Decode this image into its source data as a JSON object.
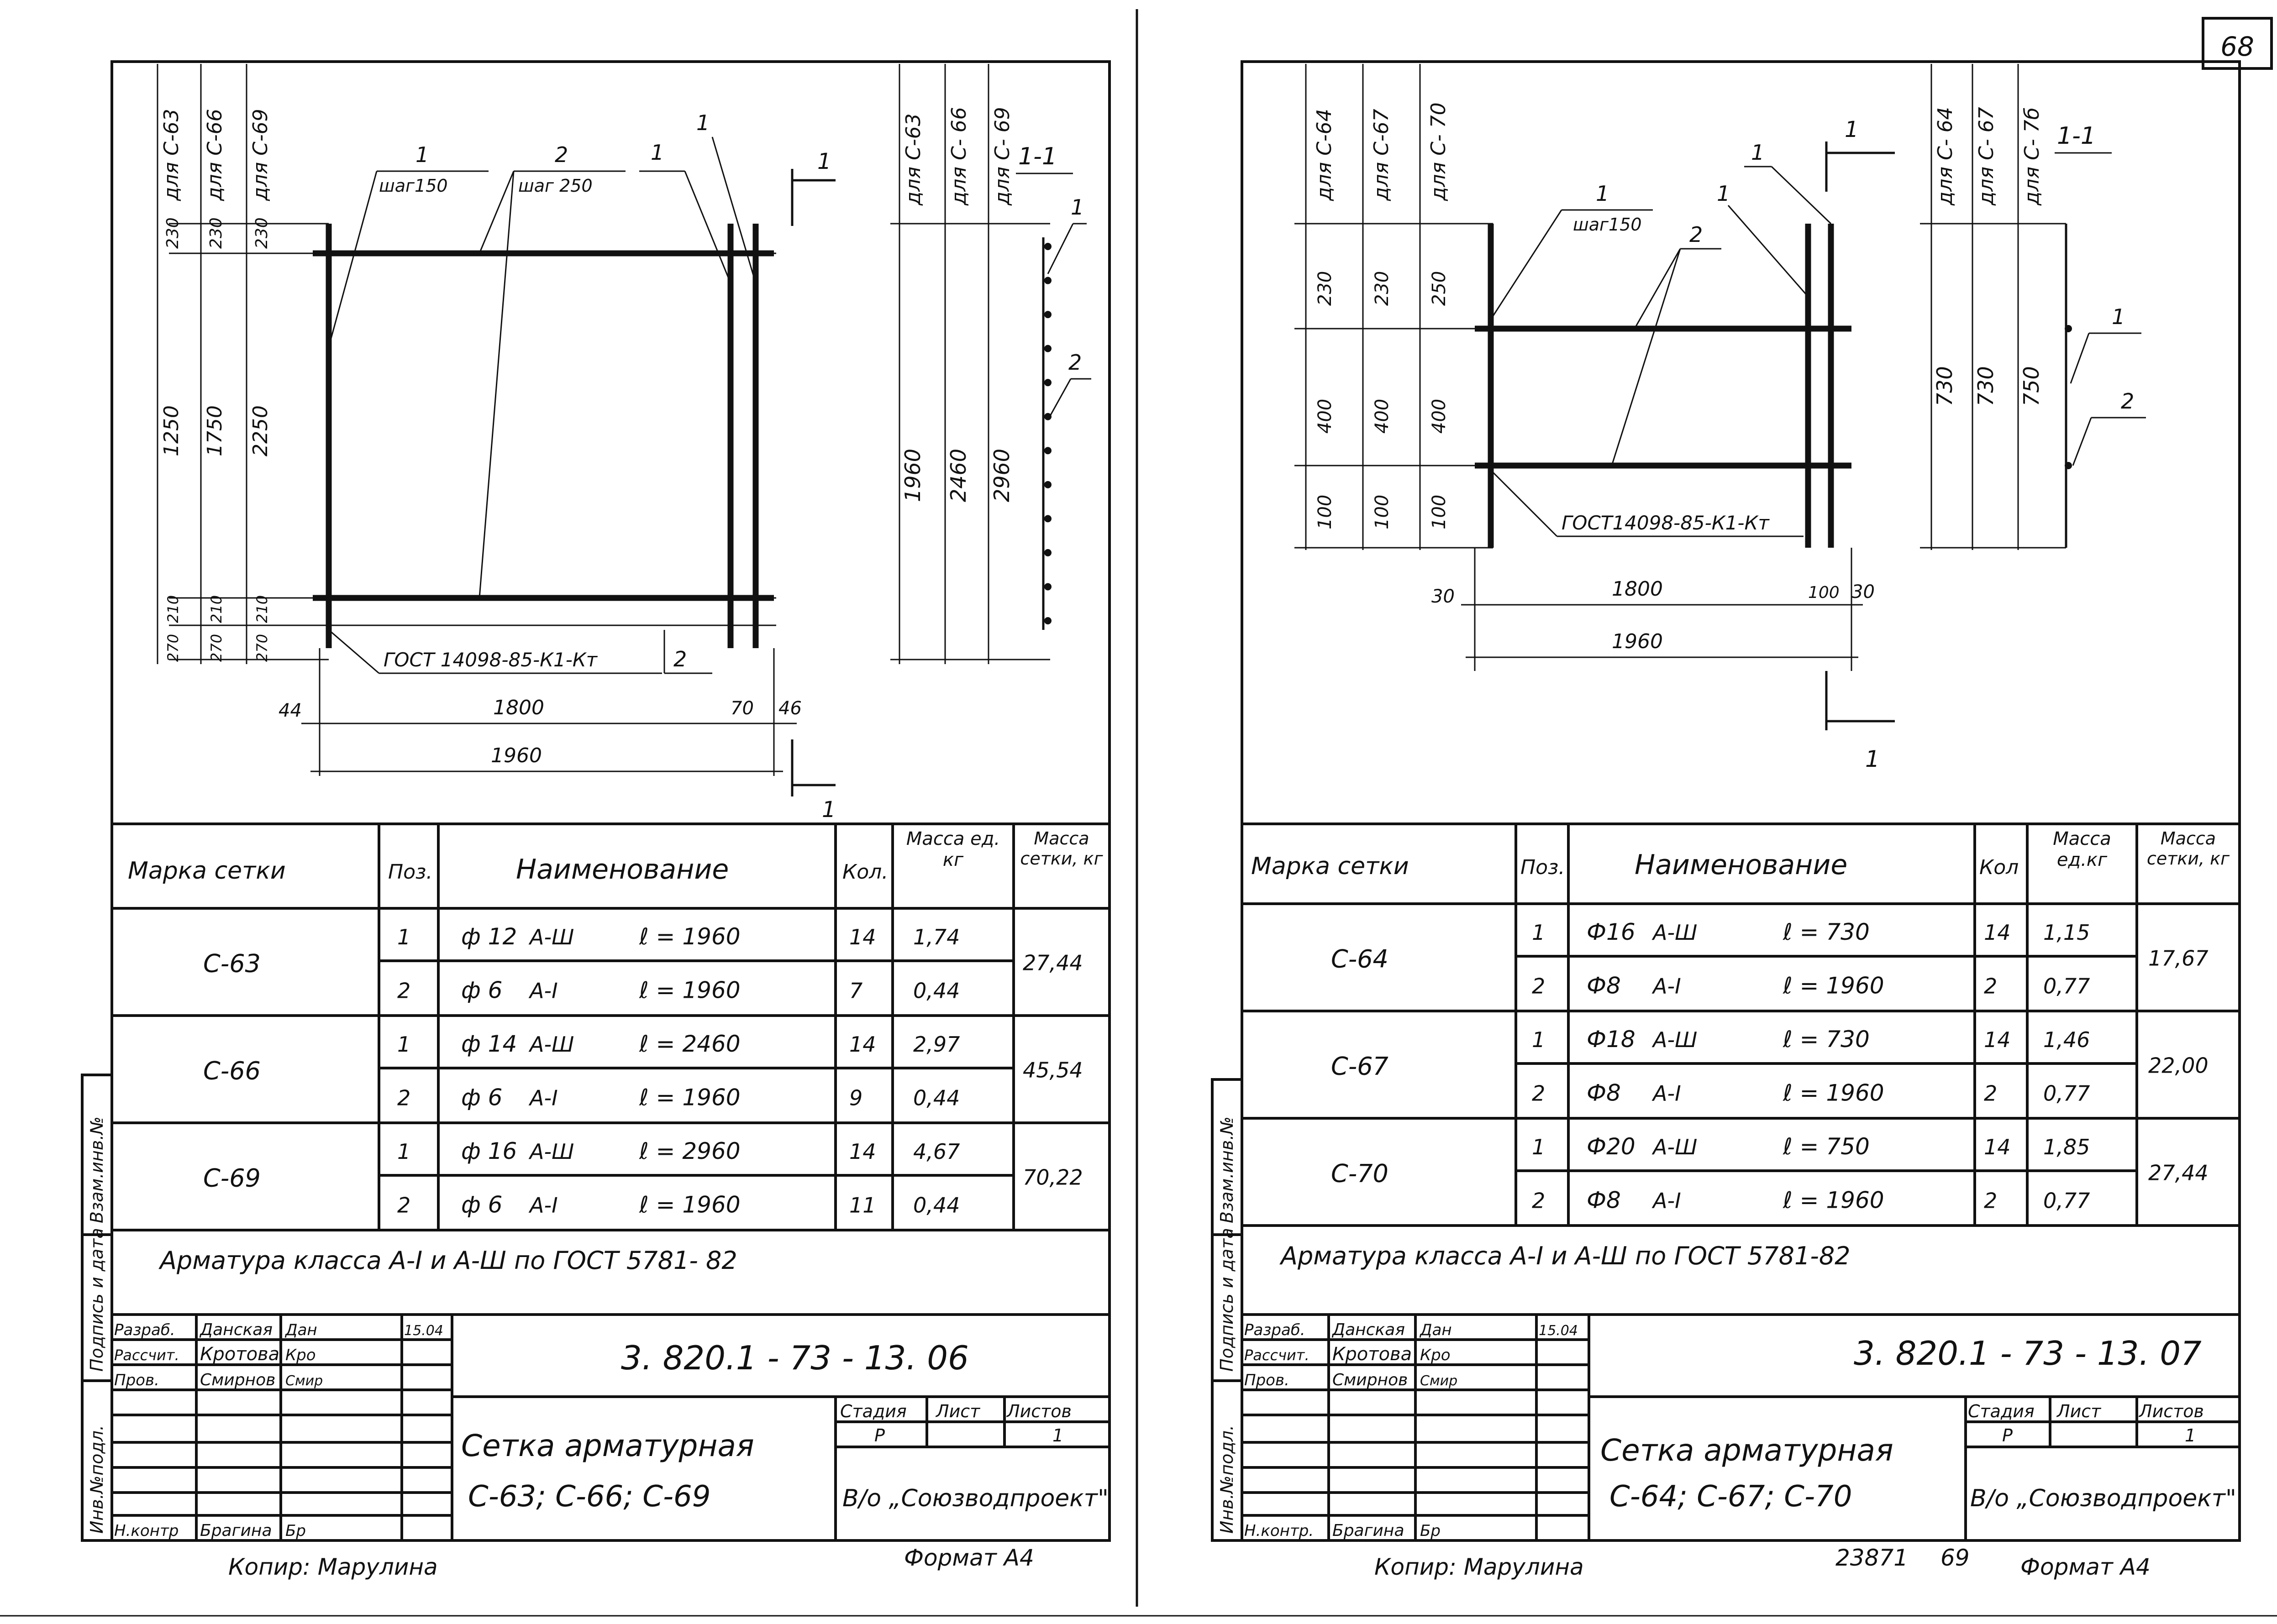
{
  "page_number": "68",
  "sheet_bottom_number": "69",
  "archive_number": "23871",
  "left": {
    "plan": {
      "dim_cols": [
        {
          "head": "для С-63",
          "d1": "230",
          "d2": "1250",
          "d3": "210",
          "d4": "270"
        },
        {
          "head": "для С-66",
          "d1": "230",
          "d2": "1750",
          "d3": "210",
          "d4": "270"
        },
        {
          "head": "для С-69",
          "d1": "230",
          "d2": "2250",
          "d3": "210",
          "d4": "270"
        }
      ],
      "callout_1": "1",
      "callout_1_step": "шаг150",
      "callout_2": "2",
      "callout_2_step": "шаг 250",
      "callout_1b": "1",
      "callout_1c": "1",
      "gost": "ГОСТ 14098-85-К1-Кт",
      "gost_pos": "2",
      "dim_44": "44",
      "dim_1800": "1800",
      "dim_70": "70",
      "dim_46": "46",
      "dim_1960": "1960",
      "cut_top": "1",
      "cut_bottom": "1"
    },
    "section": {
      "title": "1-1",
      "cols": [
        {
          "head": "для С-63",
          "len": "1960"
        },
        {
          "head": "для С- 66",
          "len": "2460"
        },
        {
          "head": "для С- 69",
          "len": "2960"
        }
      ],
      "pos1": "1",
      "pos2": "2"
    },
    "table": {
      "headers": {
        "mark": "Марка сетки",
        "pos": "Поз.",
        "name": "Наименование",
        "qty": "Кол.",
        "unit_mass": "Масса ед. кг",
        "mesh_mass": "Масса сетки, кг"
      },
      "rows": [
        {
          "mark": "С-63",
          "mass": "27,44",
          "items": [
            {
              "pos": "1",
              "dia": "ф 12",
              "cls": "А-Ш",
              "len": "ℓ = 1960",
              "qty": "14",
              "unit": "1,74"
            },
            {
              "pos": "2",
              "dia": "ф 6",
              "cls": "А-I",
              "len": "ℓ = 1960",
              "qty": "7",
              "unit": "0,44"
            }
          ]
        },
        {
          "mark": "С-66",
          "mass": "45,54",
          "items": [
            {
              "pos": "1",
              "dia": "ф 14",
              "cls": "А-Ш",
              "len": "ℓ = 2460",
              "qty": "14",
              "unit": "2,97"
            },
            {
              "pos": "2",
              "dia": "ф 6",
              "cls": "А-I",
              "len": "ℓ = 1960",
              "qty": "9",
              "unit": "0,44"
            }
          ]
        },
        {
          "mark": "С-69",
          "mass": "70,22",
          "items": [
            {
              "pos": "1",
              "dia": "ф 16",
              "cls": "А-Ш",
              "len": "ℓ = 2960",
              "qty": "14",
              "unit": "4,67"
            },
            {
              "pos": "2",
              "dia": "ф 6",
              "cls": "А-I",
              "len": "ℓ = 1960",
              "qty": "11",
              "unit": "0,44"
            }
          ]
        }
      ],
      "note": "Арматура класса А-I и А-Ш по ГОСТ 5781- 82"
    },
    "stamp": {
      "roles": [
        {
          "role": "Разраб.",
          "name": "Данская",
          "sign": "Дан",
          "date": "15.04"
        },
        {
          "role": "Рассчит.",
          "name": "Кротова",
          "sign": "Кро",
          "date": ""
        },
        {
          "role": "Пров.",
          "name": "Смирнов",
          "sign": "Смир",
          "date": ""
        }
      ],
      "nkontr_role": "Н.контр",
      "nkontr_name": "Брагина",
      "nkontr_sign": "Бр",
      "doc_code": "3. 820.1 - 73 - 13. 06",
      "title_line1": "Сетка арматурная",
      "title_line2": "С-63; С-66; С-69",
      "stage_label": "Стадия",
      "sheet_label": "Лист",
      "sheets_label": "Листов",
      "stage": "Р",
      "sheet": "",
      "sheets": "1",
      "org": "В/о „Союзводпроект\""
    },
    "copied": "Копир: Марулина",
    "format": "Формат А4"
  },
  "right": {
    "plan": {
      "dim_cols": [
        {
          "head": "для С-64",
          "d1": "230",
          "d2": "400",
          "d3": "100"
        },
        {
          "head": "для С-67",
          "d1": "230",
          "d2": "400",
          "d3": "100"
        },
        {
          "head": "для С- 70",
          "d1": "250",
          "d2": "400",
          "d3": "100"
        }
      ],
      "callout_1": "1",
      "callout_1_step": "шаг150",
      "callout_2": "2",
      "callout_1b": "1",
      "callout_1c": "1",
      "gost": "ГОСТ14098-85-К1-Кт",
      "dim_30a": "30",
      "dim_1800": "1800",
      "dim_100": "100",
      "dim_30b": "30",
      "dim_1960": "1960",
      "cut_top": "1",
      "cut_bottom": "1"
    },
    "section": {
      "title": "1-1",
      "cols": [
        {
          "head": "для С- 64",
          "len": "730"
        },
        {
          "head": "для С- 67",
          "len": "730"
        },
        {
          "head": "для С- 7б",
          "len": "750"
        }
      ],
      "pos1": "1",
      "pos2": "2"
    },
    "table": {
      "headers": {
        "mark": "Марка сетки",
        "pos": "Поз.",
        "name": "Наименование",
        "qty": "Кол",
        "unit_mass": "Масса ед.кг",
        "mesh_mass": "Масса сетки, кг"
      },
      "rows": [
        {
          "mark": "С-64",
          "mass": "17,67",
          "items": [
            {
              "pos": "1",
              "dia": "Ф16",
              "cls": "А-Ш",
              "len": "ℓ = 730",
              "qty": "14",
              "unit": "1,15"
            },
            {
              "pos": "2",
              "dia": "Ф8",
              "cls": "А-I",
              "len": "ℓ = 1960",
              "qty": "2",
              "unit": "0,77"
            }
          ]
        },
        {
          "mark": "С-67",
          "mass": "22,00",
          "items": [
            {
              "pos": "1",
              "dia": "Ф18",
              "cls": "А-Ш",
              "len": "ℓ = 730",
              "qty": "14",
              "unit": "1,46"
            },
            {
              "pos": "2",
              "dia": "Ф8",
              "cls": "А-I",
              "len": "ℓ = 1960",
              "qty": "2",
              "unit": "0,77"
            }
          ]
        },
        {
          "mark": "С-70",
          "mass": "27,44",
          "items": [
            {
              "pos": "1",
              "dia": "Ф20",
              "cls": "А-Ш",
              "len": "ℓ = 750",
              "qty": "14",
              "unit": "1,85"
            },
            {
              "pos": "2",
              "dia": "Ф8",
              "cls": "А-I",
              "len": "ℓ = 1960",
              "qty": "2",
              "unit": "0,77"
            }
          ]
        }
      ],
      "note": "Арматура класса А-I и А-Ш по ГОСТ 5781-82"
    },
    "stamp": {
      "roles": [
        {
          "role": "Разраб.",
          "name": "Данская",
          "sign": "Дан",
          "date": "15.04"
        },
        {
          "role": "Рассчит.",
          "name": "Кротова",
          "sign": "Кро",
          "date": ""
        },
        {
          "role": "Пров.",
          "name": "Смирнов",
          "sign": "Смир",
          "date": ""
        }
      ],
      "nkontr_role": "Н.контр.",
      "nkontr_name": "Брагина",
      "nkontr_sign": "Бр",
      "doc_code": "3. 820.1 - 73 - 13. 07",
      "title_line1": "Сетка арматурная",
      "title_line2": "С-64; С-67; С-70",
      "stage_label": "Стадия",
      "sheet_label": "Лист",
      "sheets_label": "Листов",
      "stage": "Р",
      "sheet": "",
      "sheets": "1",
      "org": "В/о „Союзводпроект\""
    },
    "copied": "Копир: Марулина",
    "format": "Формат А4"
  },
  "side_labels": [
    "Взам.инв.№",
    "Подпись и дата",
    "Инв.№подл."
  ]
}
